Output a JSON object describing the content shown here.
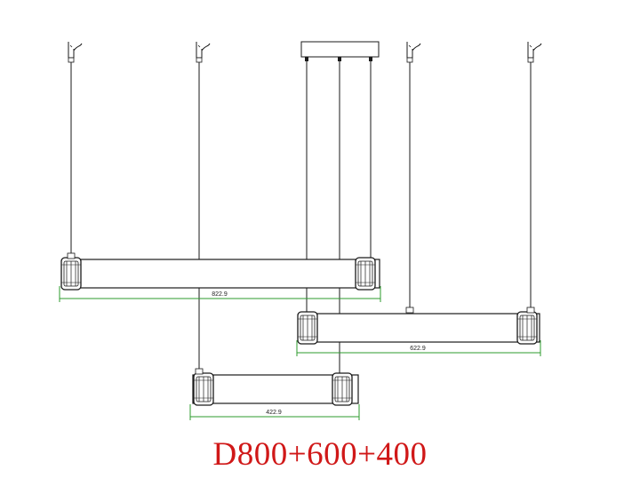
{
  "title": "D800+600+400",
  "dimensions": {
    "large": "822.9",
    "medium": "622.9",
    "small": "422.9"
  },
  "colors": {
    "line": "#1a1a1a",
    "dimension": "#2e9b2e",
    "title": "#d01818"
  }
}
